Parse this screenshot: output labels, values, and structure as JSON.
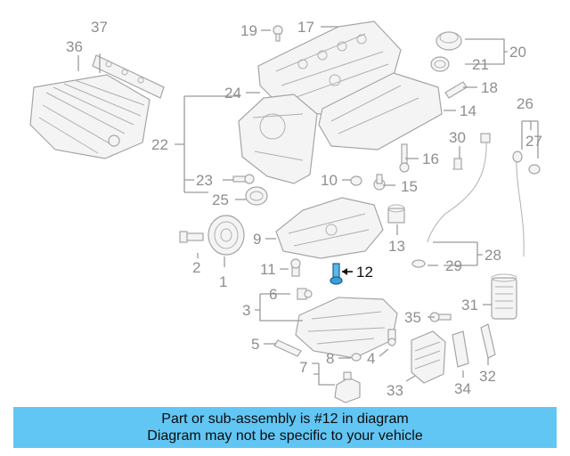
{
  "diagram": {
    "callouts": [
      "1",
      "2",
      "3",
      "4",
      "5",
      "6",
      "7",
      "8",
      "9",
      "10",
      "11",
      "12",
      "13",
      "14",
      "15",
      "16",
      "17",
      "18",
      "19",
      "20",
      "21",
      "22",
      "23",
      "24",
      "25",
      "26",
      "27",
      "28",
      "29",
      "30",
      "31",
      "32",
      "33",
      "34",
      "35",
      "36",
      "37"
    ],
    "highlighted_part": "12",
    "highlight_color": "#3aa0d8"
  },
  "banner": {
    "line1": "Part or sub-assembly is #12 in diagram",
    "line2": "Diagram may not be specific to your vehicle",
    "background": "#62c6f4"
  }
}
